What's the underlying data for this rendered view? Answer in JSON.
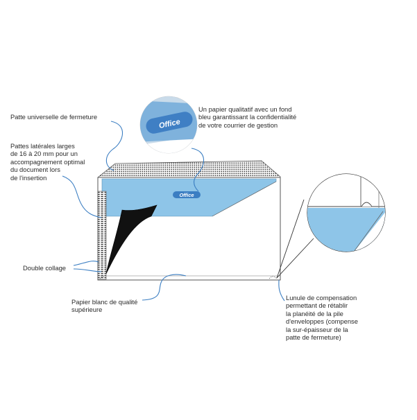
{
  "labels": {
    "patte_universelle": "Patte universelle de fermeture",
    "pattes_laterales": "Pattes latérales larges\nde 16 à 20 mm pour un\naccompagnement optimal\ndu document lors\nde l'insertion",
    "double_collage": "Double collage",
    "papier_blanc": "Papier blanc de qualité\nsupérieure",
    "papier_qualitatif": "Un papier qualitatif avec un fond\nbleu garantissant la confidentialité\nde votre courrier de gestion",
    "lunule": "Lunule de compensation\npermettant de rétablir\nla planéité de la pile\nd'enveloppes (compense\nla sur-épaisseur de la\npatte de fermeture)"
  },
  "brand": {
    "logo_text": "Office"
  },
  "colors": {
    "envelope_blue": "#8ec5e8",
    "logo_blue": "#3b7ec2",
    "outline": "#555555",
    "black_peel": "#111111"
  }
}
